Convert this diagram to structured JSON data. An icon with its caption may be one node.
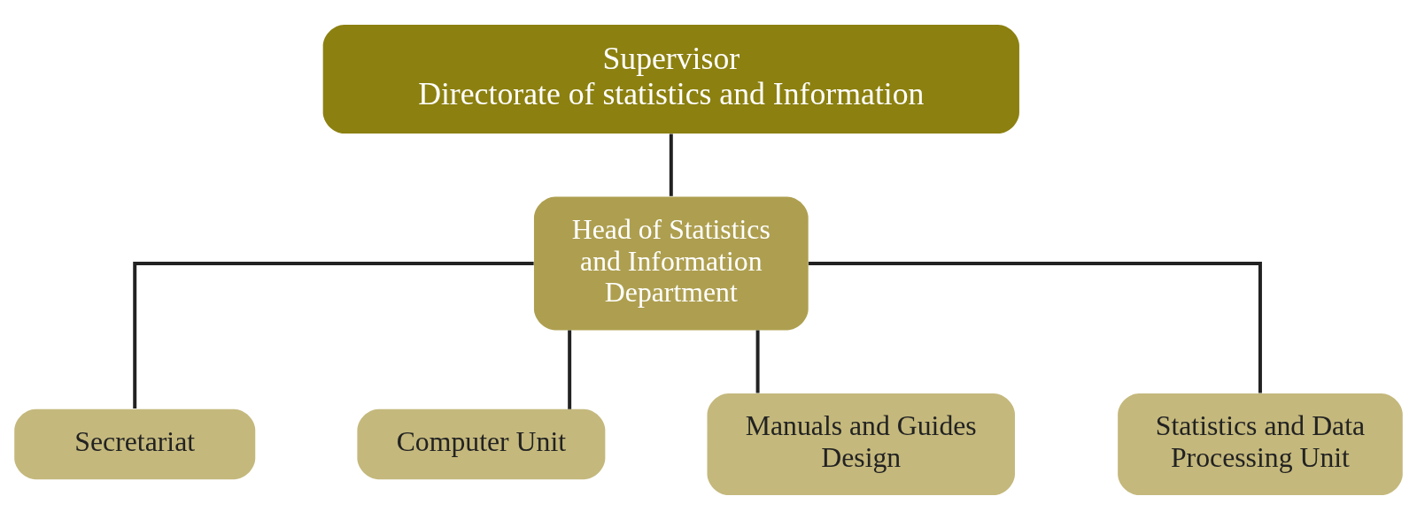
{
  "diagram": {
    "nodes": [
      {
        "text": [
          "Supervisor",
          "Directorate of statistics and Information"
        ]
      },
      {
        "text": [
          "Head of Statistics and Information Department"
        ]
      },
      {
        "text": [
          "Secretariat"
        ]
      },
      {
        "text": [
          "Computer Unit"
        ]
      },
      {
        "text": [
          "Manuals and Guides Design"
        ]
      },
      {
        "text": [
          "Statistics and Data Processing Unit"
        ]
      }
    ],
    "edges": [
      {
        "from": 0,
        "to": 1,
        "arrow": "none"
      },
      {
        "from": 1,
        "to": 2,
        "arrow": "none"
      },
      {
        "from": 1,
        "to": 3,
        "arrow": "none"
      },
      {
        "from": 1,
        "to": 4,
        "arrow": "none"
      },
      {
        "from": 1,
        "to": 5,
        "arrow": "none"
      }
    ]
  }
}
